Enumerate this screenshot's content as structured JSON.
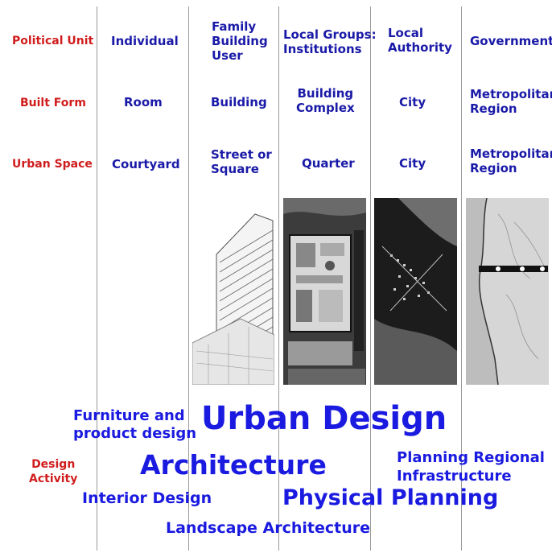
{
  "colors": {
    "row_label": "#d01c1c",
    "cell_text": "#1a1aa8",
    "activity": "#1a1ae0",
    "divider": "#9a9a9a"
  },
  "rows": {
    "political": {
      "label": "Political Unit",
      "cells": [
        "Individual",
        "Family\nBuilding\nUser",
        "Local Groups:\nInstitutions",
        "Local\nAuthority",
        "Government"
      ]
    },
    "built": {
      "label": "Built Form",
      "cells": [
        "Room",
        "Building",
        "Building\nComplex",
        "City",
        "Metropolitan\nRegion"
      ]
    },
    "urban": {
      "label": "Urban Space",
      "cells": [
        "Courtyard",
        "Street or\nSquare",
        "Quarter",
        "City",
        "Metropolitan\nRegion"
      ]
    }
  },
  "images": [
    {
      "name": "building-sketch-image",
      "subject": "building perspective sketch"
    },
    {
      "name": "building-complex-aerial-image",
      "subject": "aerial photo of building complex"
    },
    {
      "name": "city-map-image",
      "subject": "city map"
    },
    {
      "name": "regional-map-image",
      "subject": "regional coastline map"
    }
  ],
  "design_activity": {
    "label": "Design\nActivity",
    "terms": {
      "furniture": "Furniture and\nproduct design",
      "urban_design": "Urban Design",
      "architecture": "Architecture",
      "planning_regional": "Planning Regional\nInfrastructure",
      "interior": "Interior Design",
      "physical_planning": "Physical Planning",
      "landscape": "Landscape Architecture"
    }
  }
}
